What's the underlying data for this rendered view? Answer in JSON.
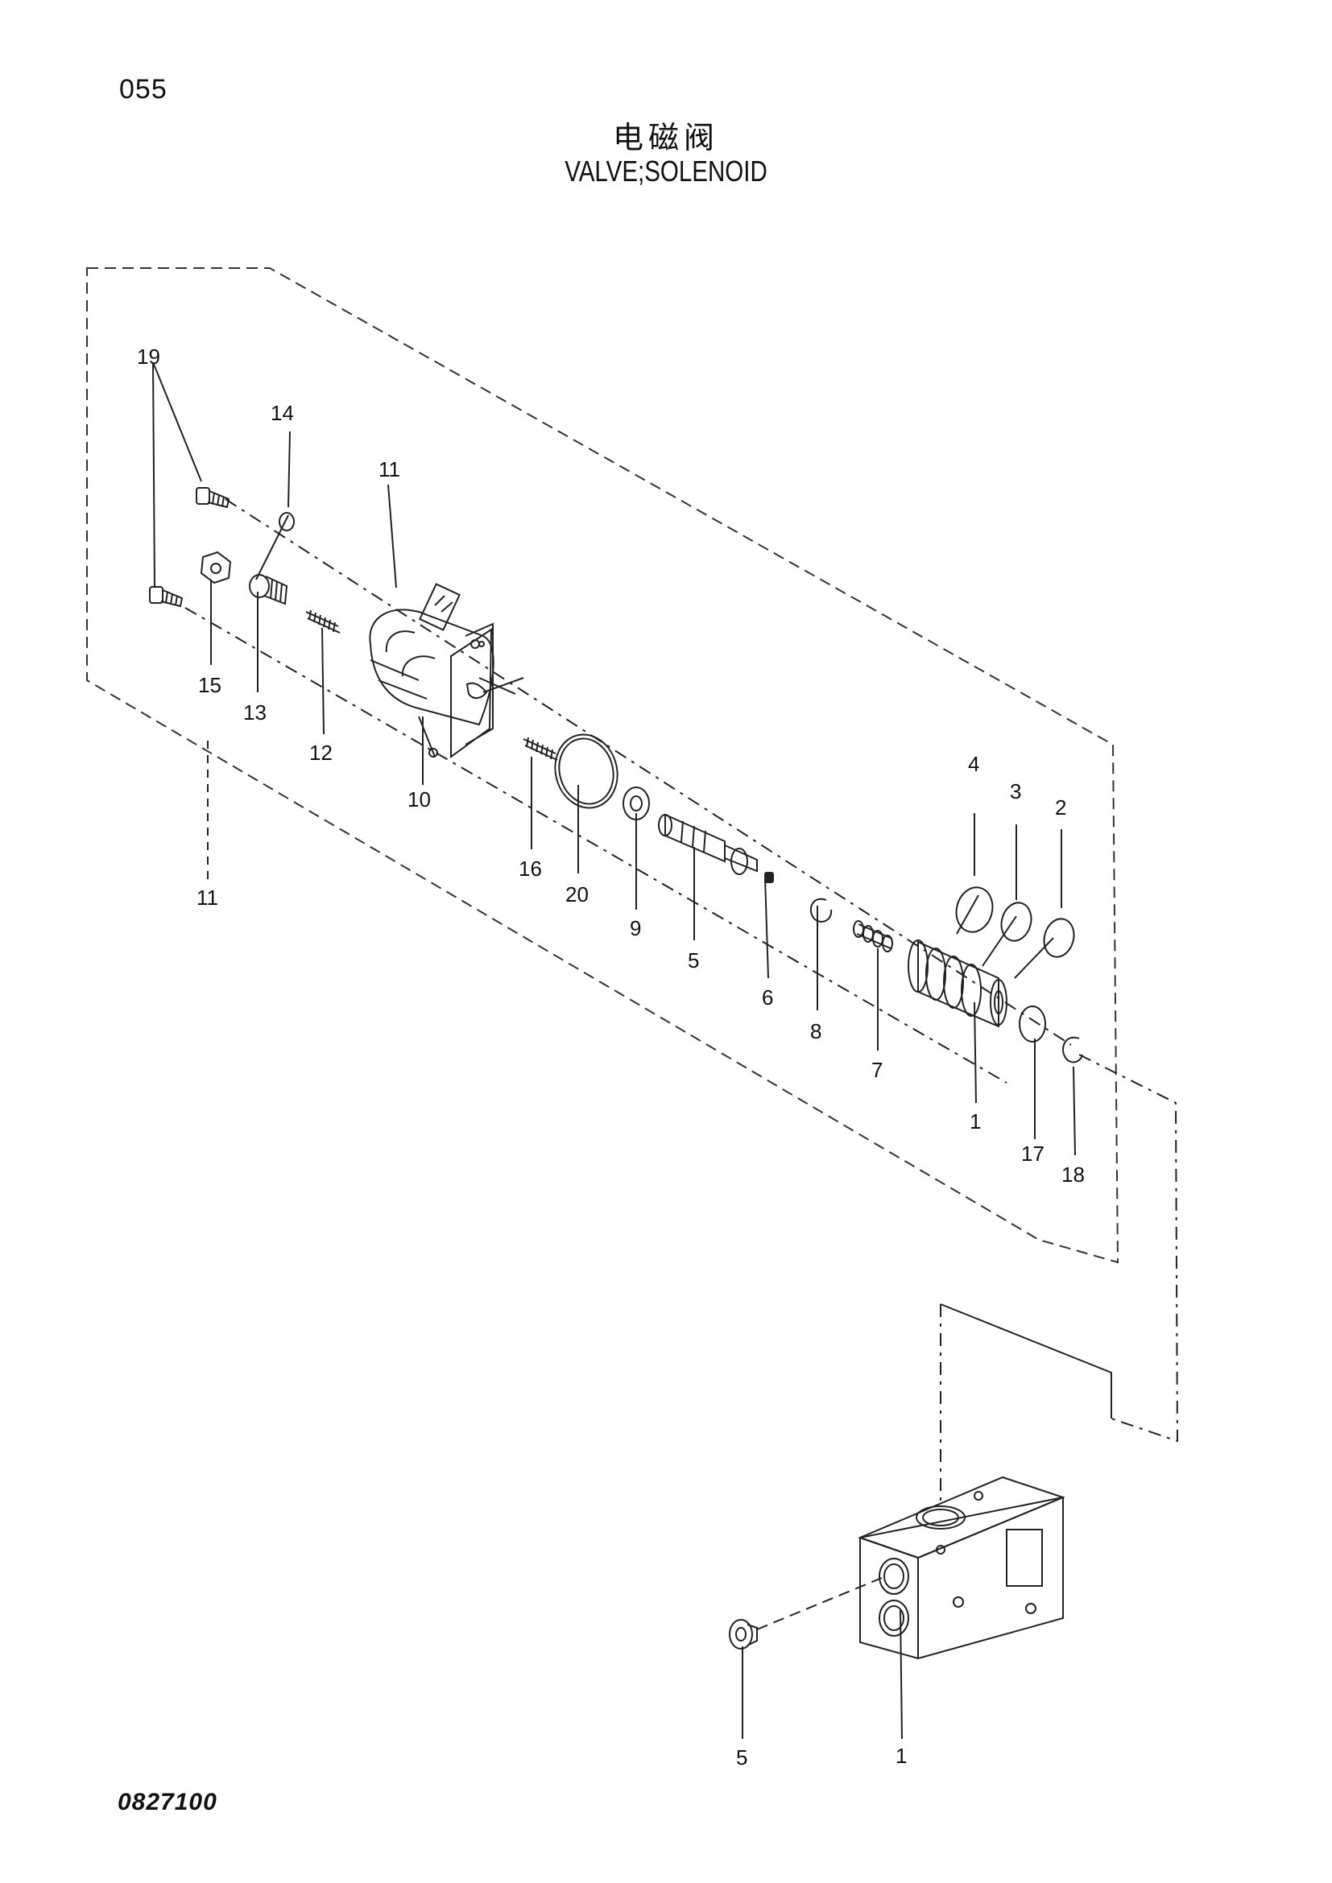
{
  "header": {
    "page_number": "055",
    "title_cn": "电磁阀",
    "title_en": "VALVE;SOLENOID"
  },
  "footer": {
    "drawing_number": "0827100"
  },
  "callouts": [
    {
      "id": "c19",
      "text": "19"
    },
    {
      "id": "c14",
      "text": "14"
    },
    {
      "id": "c11a",
      "text": "11"
    },
    {
      "id": "c15",
      "text": "15"
    },
    {
      "id": "c13",
      "text": "13"
    },
    {
      "id": "c12",
      "text": "12"
    },
    {
      "id": "c10",
      "text": "10"
    },
    {
      "id": "c11b",
      "text": "11"
    },
    {
      "id": "c16",
      "text": "16"
    },
    {
      "id": "c20",
      "text": "20"
    },
    {
      "id": "c9",
      "text": "9"
    },
    {
      "id": "c5a",
      "text": "5"
    },
    {
      "id": "c6",
      "text": "6"
    },
    {
      "id": "c8",
      "text": "8"
    },
    {
      "id": "c7",
      "text": "7"
    },
    {
      "id": "c1a",
      "text": "1"
    },
    {
      "id": "c4",
      "text": "4"
    },
    {
      "id": "c3",
      "text": "3"
    },
    {
      "id": "c2",
      "text": "2"
    },
    {
      "id": "c17",
      "text": "17"
    },
    {
      "id": "c18",
      "text": "18"
    },
    {
      "id": "c5b",
      "text": "5"
    },
    {
      "id": "c1b",
      "text": "1"
    }
  ]
}
